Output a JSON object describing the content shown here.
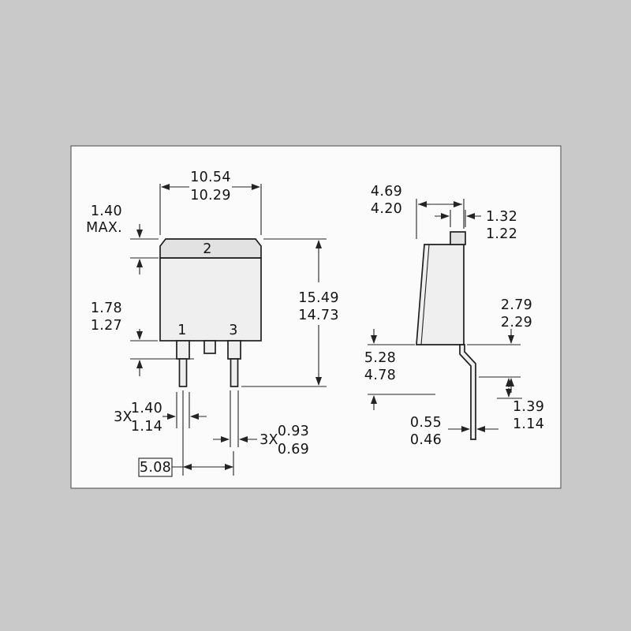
{
  "colors": {
    "background": "#c9c9c9",
    "paper": "#fbfbfb",
    "ink": "#1f1f1f"
  },
  "front_view": {
    "pad_label": "2",
    "pin_left_label": "1",
    "pin_right_label": "3",
    "dim_overall_width": {
      "max": "10.54",
      "min": "10.29"
    },
    "dim_tab_thickness": {
      "value": "1.40",
      "qualifier": "MAX."
    },
    "dim_lead_shoulder": {
      "max": "1.78",
      "min": "1.27"
    },
    "dim_overall_height": {
      "max": "15.49",
      "min": "14.73"
    },
    "dim_lead_width": {
      "count": "3X",
      "max": "1.40",
      "min": "1.14"
    },
    "dim_lead_pitch": {
      "value": "5.08"
    },
    "dim_lead_tip_width": {
      "count": "3X",
      "max": "0.93",
      "min": "0.69"
    }
  },
  "side_view": {
    "dim_body_depth": {
      "max": "4.69",
      "min": "4.20"
    },
    "dim_tab_length": {
      "max": "1.32",
      "min": "1.22"
    },
    "dim_lead_drop": {
      "max": "2.79",
      "min": "2.29"
    },
    "dim_body_height": {
      "max": "5.28",
      "min": "4.78"
    },
    "dim_lead_thickness": {
      "max": "0.55",
      "min": "0.46"
    },
    "dim_foot_height": {
      "max": "1.39",
      "min": "1.14"
    }
  }
}
